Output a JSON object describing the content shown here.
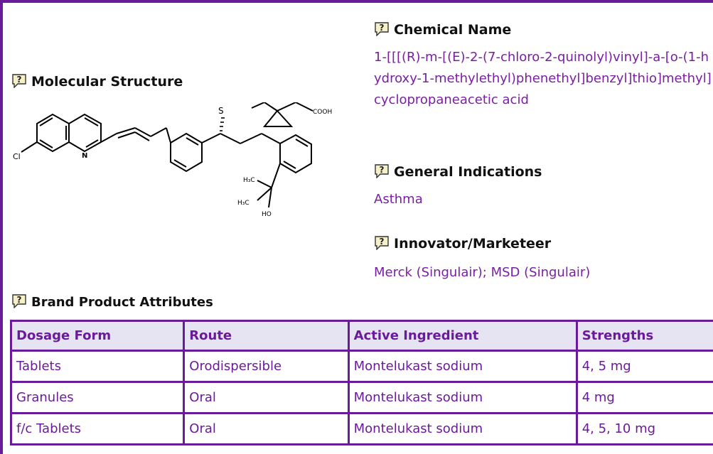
{
  "colors": {
    "accent": "#6a1b9a",
    "link": "#7b1fa2",
    "header_bg": "#e6e4f2"
  },
  "molecular_structure": {
    "title": "Molecular Structure",
    "atom_labels": {
      "cl": "Cl",
      "n": "N",
      "s": "S",
      "cooh": "COOH",
      "h3c_top": "H₃C",
      "h3c_bottom": "H₃C",
      "ho": "HO"
    }
  },
  "chemical_name": {
    "title": "Chemical Name",
    "value": "1-[[[(R)-m-[(E)-2-(7-chloro-2-quinolyl)vinyl]-a-[o-(1-hydroxy-1-methylethyl)phenethyl]benzyl]thio]methyl]cyclopropaneacetic acid"
  },
  "general_indications": {
    "title": "General Indications",
    "value": "Asthma"
  },
  "innovator": {
    "title": "Innovator/Marketeer",
    "value": "Merck (Singulair); MSD (Singulair)"
  },
  "brand_attributes": {
    "title": "Brand Product Attributes",
    "headers": [
      "Dosage Form",
      "Route",
      "Active Ingredient",
      "Strengths"
    ],
    "rows": [
      [
        "Tablets",
        "Orodispersible",
        "Montelukast sodium",
        "4, 5 mg"
      ],
      [
        "Granules",
        "Oral",
        "Montelukast sodium",
        "4 mg"
      ],
      [
        "f/c Tablets",
        "Oral",
        "Montelukast sodium",
        "4, 5, 10 mg"
      ]
    ]
  },
  "icons": {
    "help": "help-question-icon"
  }
}
